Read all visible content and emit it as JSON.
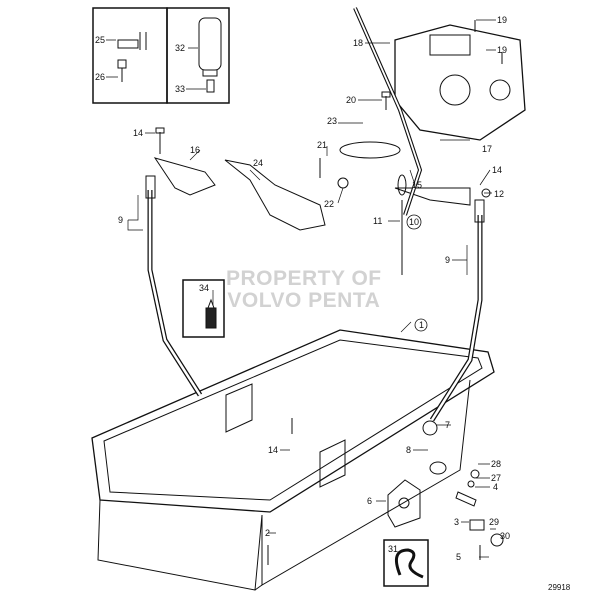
{
  "diagram": {
    "watermark_line1": "PROPERTY OF",
    "watermark_line2": "VOLVO PENTA",
    "figure_number": "29918",
    "callouts": [
      {
        "id": "c25",
        "text": "25"
      },
      {
        "id": "c26",
        "text": "26"
      },
      {
        "id": "c32",
        "text": "32"
      },
      {
        "id": "c33",
        "text": "33"
      },
      {
        "id": "c19a",
        "text": "19"
      },
      {
        "id": "c19b",
        "text": "19"
      },
      {
        "id": "c18",
        "text": "18"
      },
      {
        "id": "c20",
        "text": "20"
      },
      {
        "id": "c21",
        "text": "21"
      },
      {
        "id": "c23",
        "text": "23"
      },
      {
        "id": "c24",
        "text": "24"
      },
      {
        "id": "c16",
        "text": "16"
      },
      {
        "id": "c14a",
        "text": "14"
      },
      {
        "id": "c9a",
        "text": "9"
      },
      {
        "id": "c22",
        "text": "22"
      },
      {
        "id": "c17",
        "text": "17"
      },
      {
        "id": "c14b",
        "text": "14"
      },
      {
        "id": "c15",
        "text": "15"
      },
      {
        "id": "c12",
        "text": "12"
      },
      {
        "id": "c11",
        "text": "11"
      },
      {
        "id": "c10",
        "text": "10"
      },
      {
        "id": "c9b",
        "text": "9"
      },
      {
        "id": "c34",
        "text": "34"
      },
      {
        "id": "c1",
        "text": "1"
      },
      {
        "id": "c7",
        "text": "7"
      },
      {
        "id": "c8",
        "text": "8"
      },
      {
        "id": "c14c",
        "text": "14"
      },
      {
        "id": "c6",
        "text": "6"
      },
      {
        "id": "c28",
        "text": "28"
      },
      {
        "id": "c27",
        "text": "27"
      },
      {
        "id": "c4",
        "text": "4"
      },
      {
        "id": "c3",
        "text": "3"
      },
      {
        "id": "c29",
        "text": "29"
      },
      {
        "id": "c30",
        "text": "30"
      },
      {
        "id": "c5",
        "text": "5"
      },
      {
        "id": "c2",
        "text": "2"
      },
      {
        "id": "c31",
        "text": "31"
      }
    ]
  }
}
